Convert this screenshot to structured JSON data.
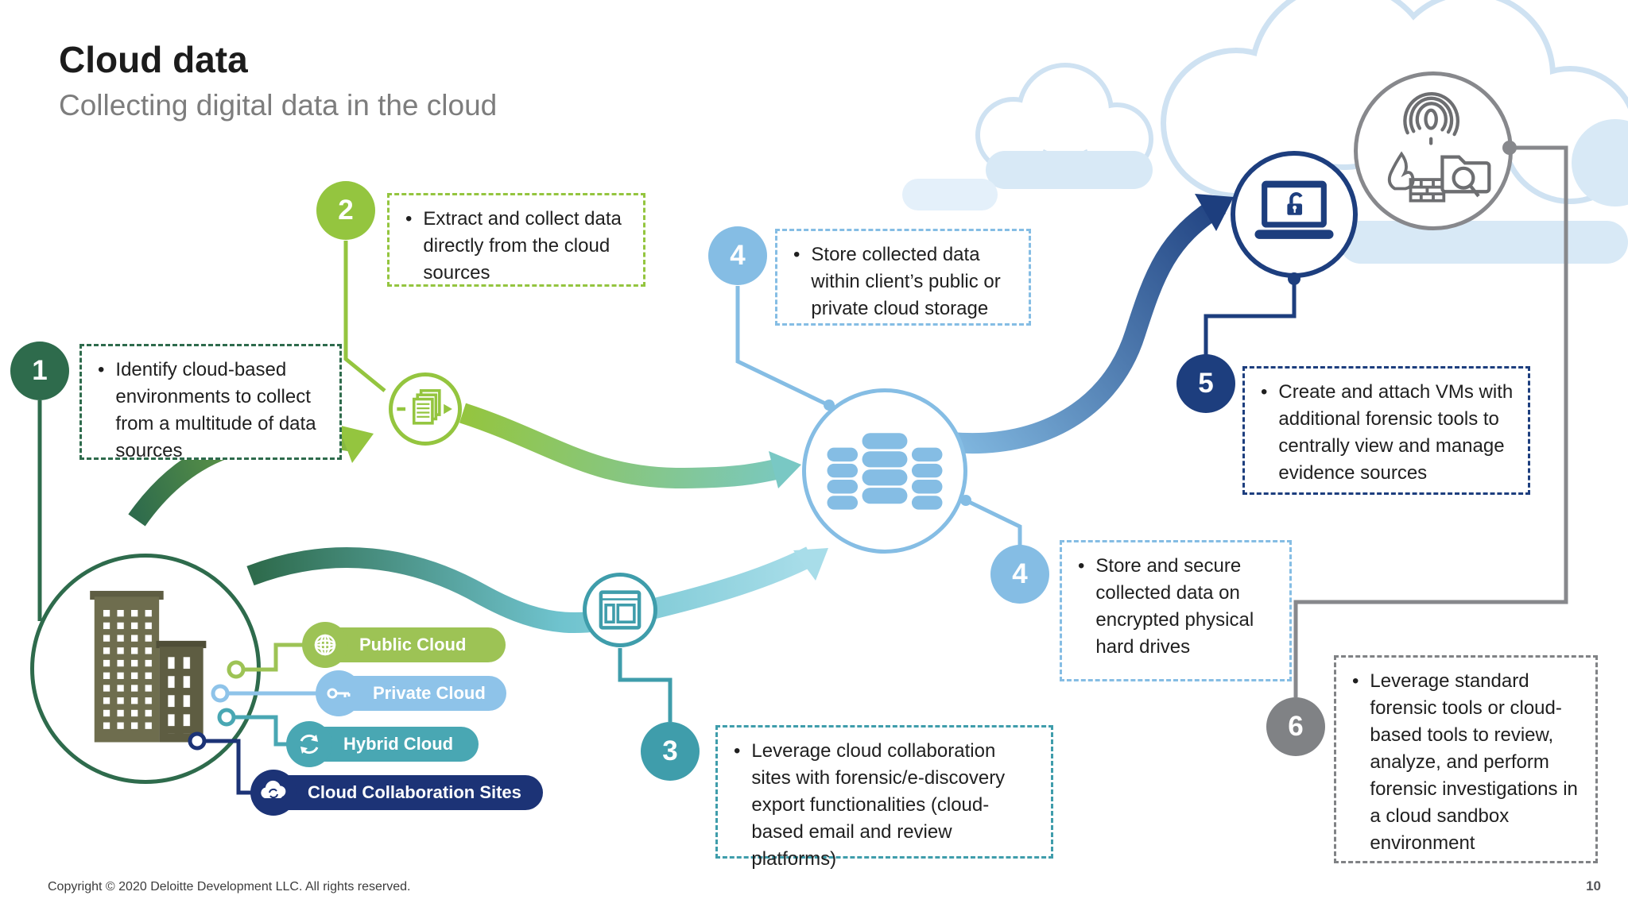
{
  "slide": {
    "title": "Cloud data",
    "subtitle": "Collecting digital data in the cloud",
    "footer": "Copyright © 2020 Deloitte Development LLC. All rights reserved.",
    "page_number": "10"
  },
  "ui": {
    "bullet": "•"
  },
  "steps": [
    {
      "number": "1",
      "color": "#2E6B4C",
      "text": "Identify cloud-based environments to collect from a multitude of data sources"
    },
    {
      "number": "2",
      "color": "#94C53F",
      "text": "Extract and collect data directly from the cloud sources"
    },
    {
      "number": "3",
      "color": "#3F9DAB",
      "text": "Leverage cloud collaboration sites with forensic/e-discovery export functionalities (cloud-based email and review platforms)"
    },
    {
      "number": "4",
      "color": "#85BDE4",
      "text": "Store collected data within client’s public or private cloud storage"
    },
    {
      "number": "4",
      "color": "#85BDE4",
      "text": "Store and secure collected data on encrypted physical hard drives"
    },
    {
      "number": "5",
      "color": "#1D3E7E",
      "text": "Create and attach VMs with additional forensic tools to centrally view and manage evidence sources"
    },
    {
      "number": "6",
      "color": "#808285",
      "text": "Leverage standard forensic tools or cloud-based tools to review, analyze, and perform forensic investigations in a cloud sandbox environment"
    }
  ],
  "cloud_types": [
    {
      "label": "Public Cloud",
      "color": "#9DC355",
      "icon": "globe-icon"
    },
    {
      "label": "Private Cloud",
      "color": "#8EC3E9",
      "icon": "key-icon"
    },
    {
      "label": "Hybrid Cloud",
      "color": "#49A7B3",
      "icon": "sync-arrows-icon"
    },
    {
      "label": "Cloud Collaboration Sites",
      "color": "#1C3376",
      "icon": "cloud-icon"
    }
  ],
  "node_icons": {
    "source": "building-icon",
    "extract": "documents-extract-icon",
    "collaboration": "browser-window-icon",
    "storage": "database-icon",
    "vm": "laptop-lock-icon",
    "forensics": "fingerprint-firewall-folder-search-icons"
  }
}
